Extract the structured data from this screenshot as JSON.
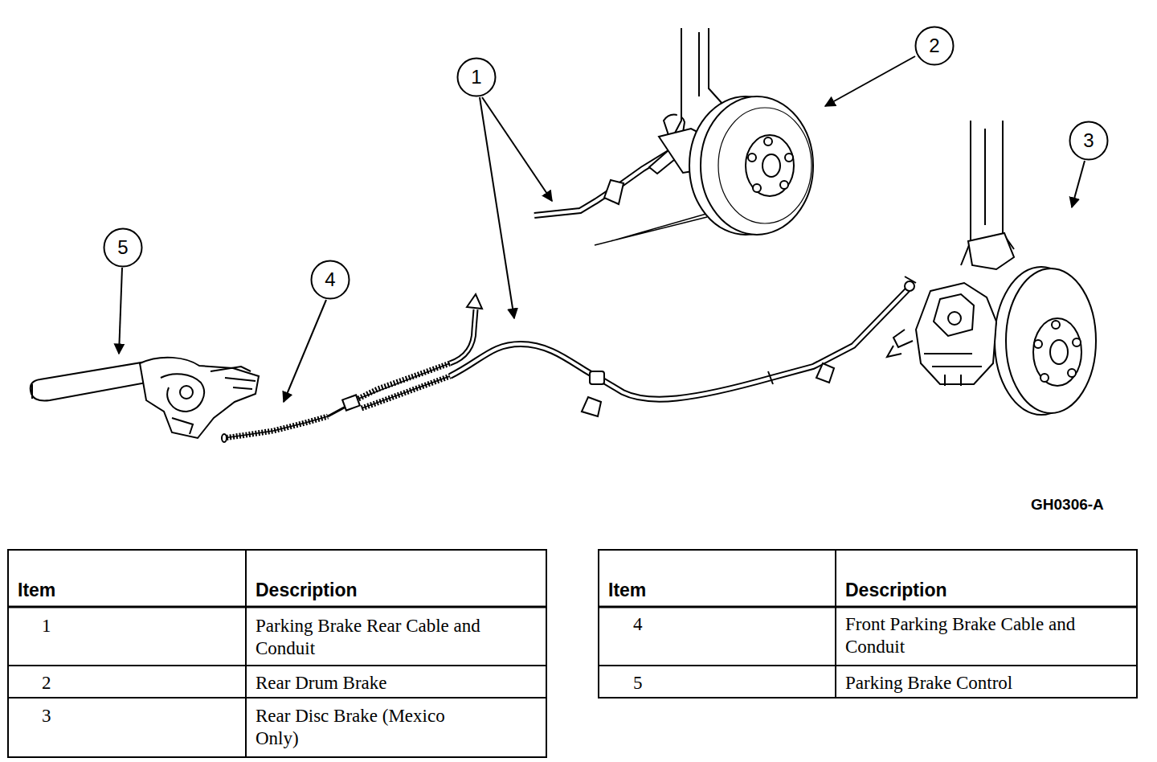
{
  "diagram": {
    "nodes": [
      {
        "text": [
          "1"
        ]
      },
      {
        "text": [
          "2"
        ]
      },
      {
        "text": [
          "3"
        ]
      },
      {
        "text": [
          "5"
        ]
      },
      {
        "text": [
          "4"
        ]
      }
    ],
    "labels": [
      "GH0306-A",
      "Item",
      "Description",
      "1",
      "Parking Brake Rear Cable and Conduit",
      "2",
      "Rear Drum Brake",
      "3",
      "Rear Disc Brake (Mexico Only)",
      "Item",
      "Description",
      "4",
      "Front Parking Brake Cable and Conduit",
      "5",
      "Parking Brake Control"
    ]
  }
}
